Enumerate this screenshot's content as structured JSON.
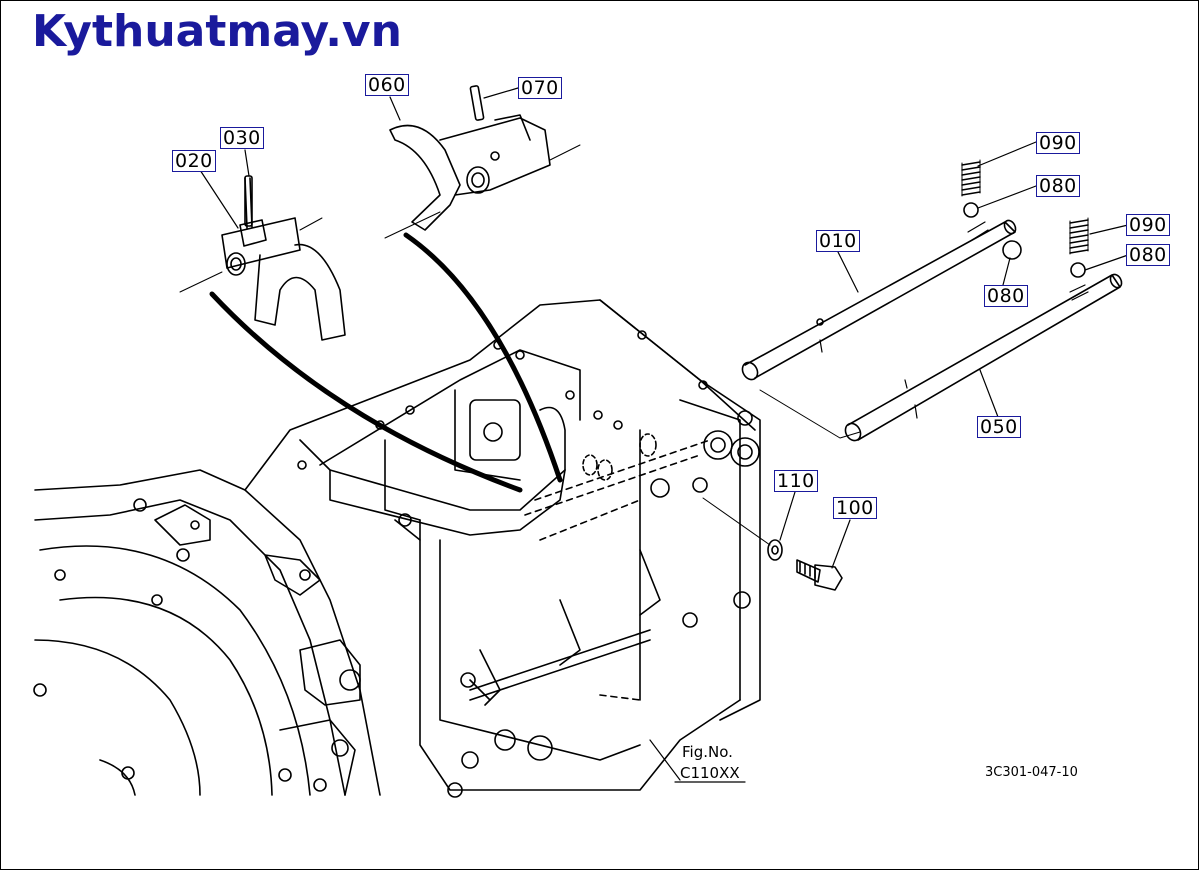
{
  "watermark": "Kythuatmay.vn",
  "callouts": {
    "c010": "010",
    "c020": "020",
    "c030": "030",
    "c050": "050",
    "c060": "060",
    "c070": "070",
    "c080a": "080",
    "c080b": "080",
    "c080c": "080",
    "c090a": "090",
    "c090b": "090",
    "c100": "100",
    "c110": "110"
  },
  "figure": {
    "line1": "Fig.No.",
    "line2": "C110XX"
  },
  "drawing_code": "3C301-047-10",
  "colors": {
    "watermark": "#1a1a9c",
    "label_border": "#1a1a9c",
    "ink": "#000000"
  }
}
